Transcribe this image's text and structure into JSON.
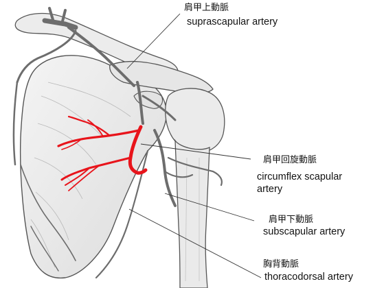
{
  "labels": {
    "suprascapular": {
      "jp": "肩甲上動脈",
      "en": "suprascapular artery"
    },
    "circumflex": {
      "jp": "肩甲回旋動脈",
      "en_line1": "circumflex scapular",
      "en_line2": "artery"
    },
    "subscapular": {
      "jp": "肩甲下動脈",
      "en": "subscapular artery"
    },
    "thoracodorsal": {
      "jp": "胸背動脈",
      "en": "thoracodorsal artery"
    }
  },
  "colors": {
    "highlight_artery": "#e8141b",
    "artery": "#6d6d6d",
    "bone_fill": "#e9e9e9",
    "bone_outline": "#555555",
    "leader_line": "#333333"
  }
}
